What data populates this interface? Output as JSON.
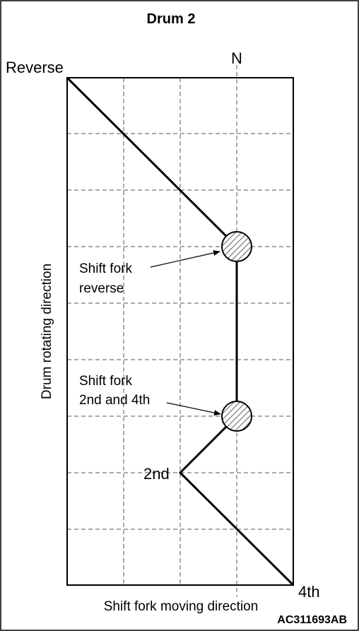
{
  "diagram": {
    "title": "Drum 2",
    "labels": {
      "neutral": "N",
      "reverse": "Reverse",
      "fourth": "4th",
      "second": "2nd",
      "y_axis": "Drum rotating direction",
      "x_axis": "Shift fork moving direction"
    },
    "callouts": {
      "fork_reverse": [
        "Shift fork",
        "reverse"
      ],
      "fork_2nd_4th": [
        "Shift fork",
        "2nd and 4th"
      ]
    },
    "code": "AC311693AB"
  }
}
